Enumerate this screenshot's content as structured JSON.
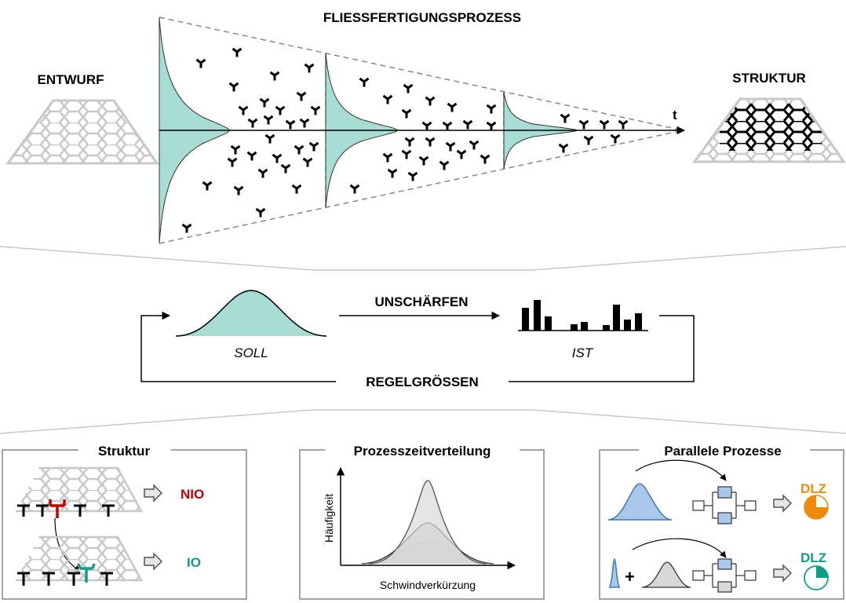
{
  "header": {
    "title": "FLIESSFERTIGUNGSPROZESS",
    "left_label": "ENTWURF",
    "right_label": "STRUKTUR",
    "time_axis_label": "t"
  },
  "loop": {
    "soll_label": "SOLL",
    "ist_label": "IST",
    "top_arrow_label": "UNSCHÄRFEN",
    "bottom_label": "REGELGRÖSSEN"
  },
  "panels": {
    "struktur": {
      "title": "Struktur",
      "nio": "NIO",
      "io": "IO"
    },
    "prozesszeit": {
      "title": "Prozesszeitverteilung",
      "ylabel": "Häufigkeit",
      "xlabel": "Schwindverkürzung"
    },
    "parallel": {
      "title": "Parallele Prozesse",
      "dlz1": "DLZ",
      "dlz2": "DLZ"
    }
  },
  "colors": {
    "teal": "#a8ddd3",
    "teal_dark": "#1a9a86",
    "red": "#c00000",
    "green": "#0e9e88",
    "orange": "#f08a0c",
    "blue_fill": "#a9c8ea",
    "blue_stroke": "#3f78b5",
    "grey_line": "#bfbfbf"
  },
  "icons": {
    "entwurf": "hexagon-grid-trapezoid-outline",
    "struktur": "hexagon-grid-trapezoid-filled",
    "particle": "y-shaped-particle",
    "arrow": "outline-right-arrow",
    "pie": "pie-chart"
  }
}
